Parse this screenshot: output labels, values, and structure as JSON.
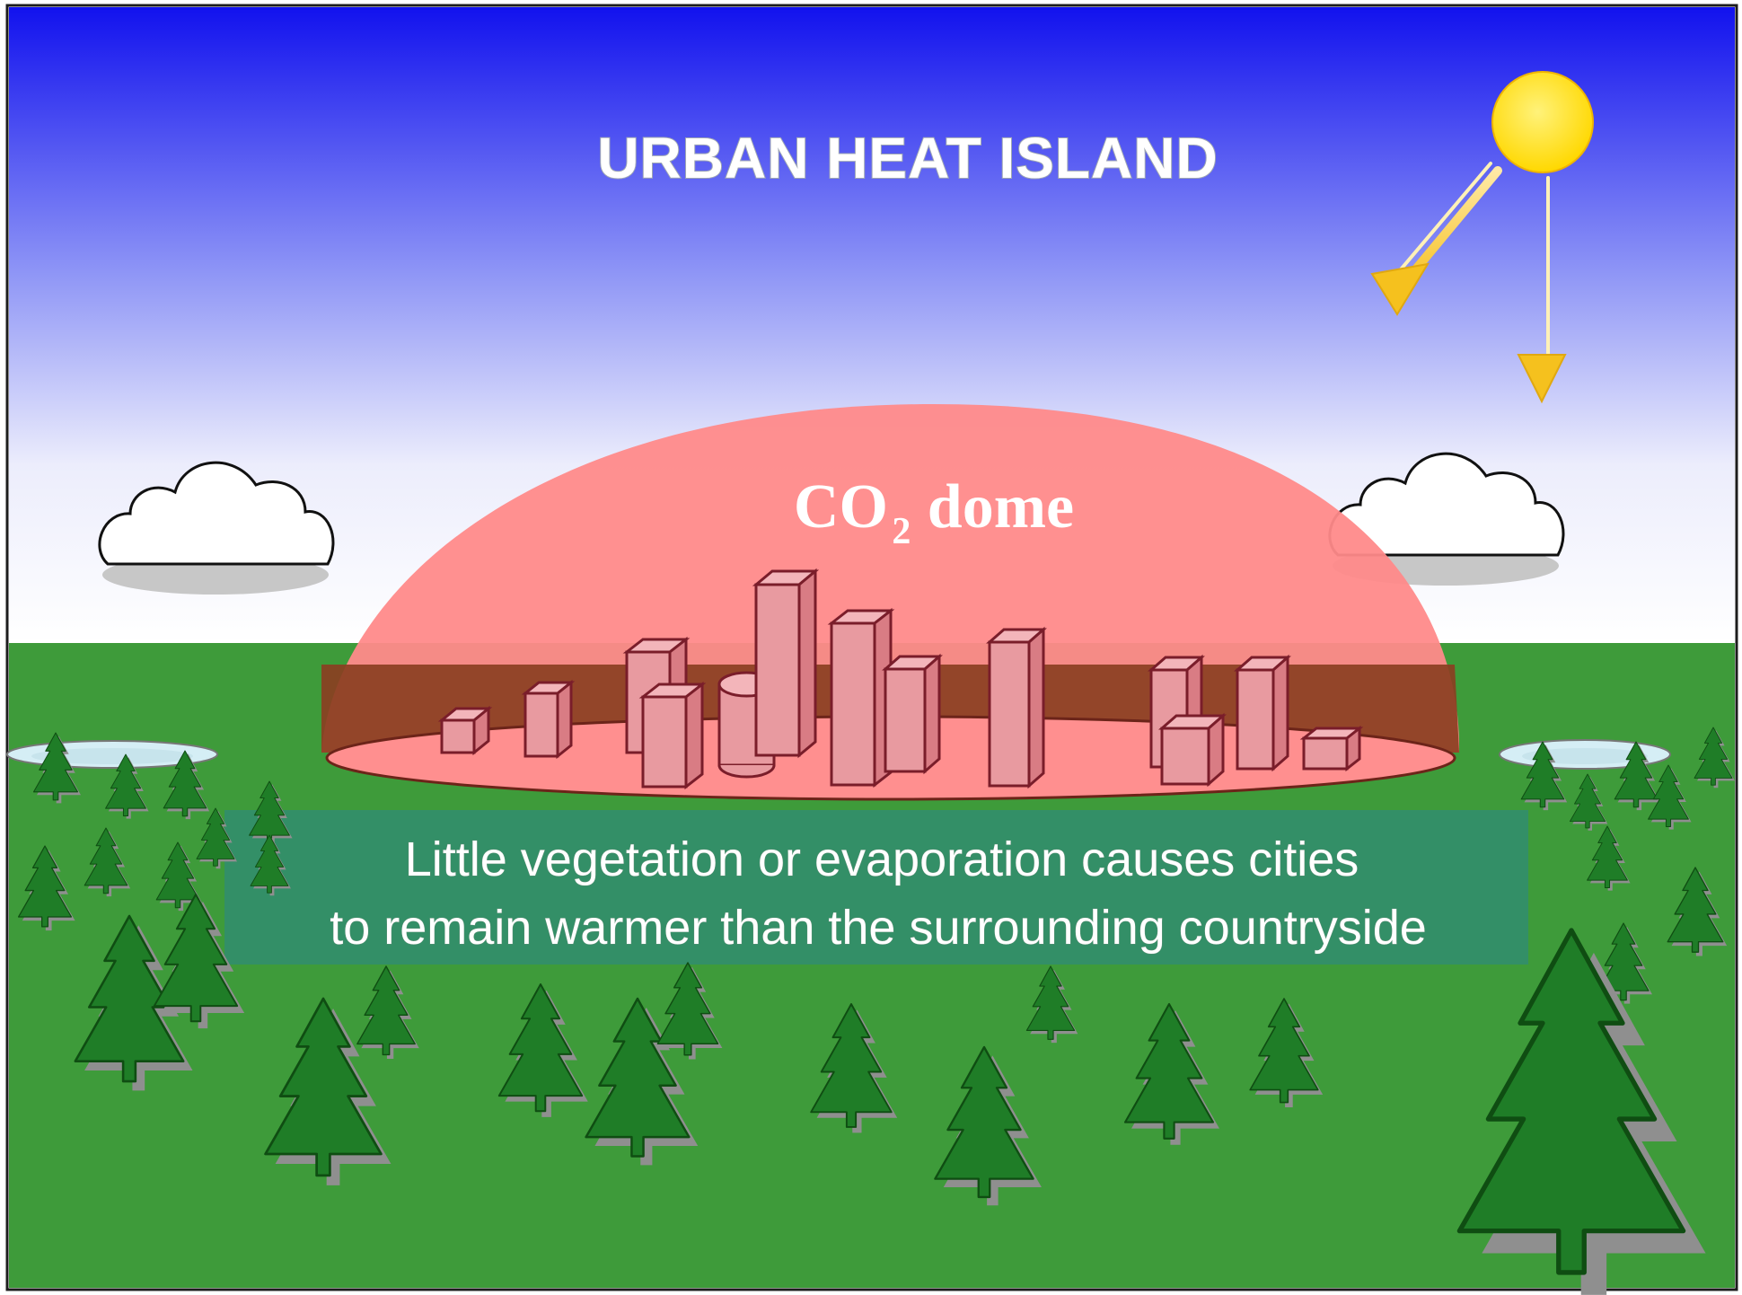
{
  "diagram": {
    "title": "URBAN HEAT ISLAND",
    "dome_label": {
      "prefix": "CO",
      "subscript": "2",
      "suffix": "dome"
    },
    "caption": {
      "line1": "Little vegetation or evaporation causes cities",
      "line2": "to remain warmer than the surrounding countryside"
    },
    "colors": {
      "sky_top": "#1212ee",
      "sky_bottom": "#ffffff",
      "ground": "#3e9b3a",
      "dome": "#ff8a8a",
      "dome_band": "#8a3f22",
      "buildings": "#e89aa0",
      "building_edge": "#7a1d2a",
      "tree": "#1f7d27",
      "tree_edge": "#0f4d12",
      "sun": "#ffe817",
      "sun_rays": "#ffd24a",
      "caption_panel": "#2f8a78"
    },
    "icons": {
      "sun": "sun-icon",
      "cloud": "cloud-icon",
      "tree": "pine-tree-icon",
      "pond": "pond-icon"
    }
  }
}
